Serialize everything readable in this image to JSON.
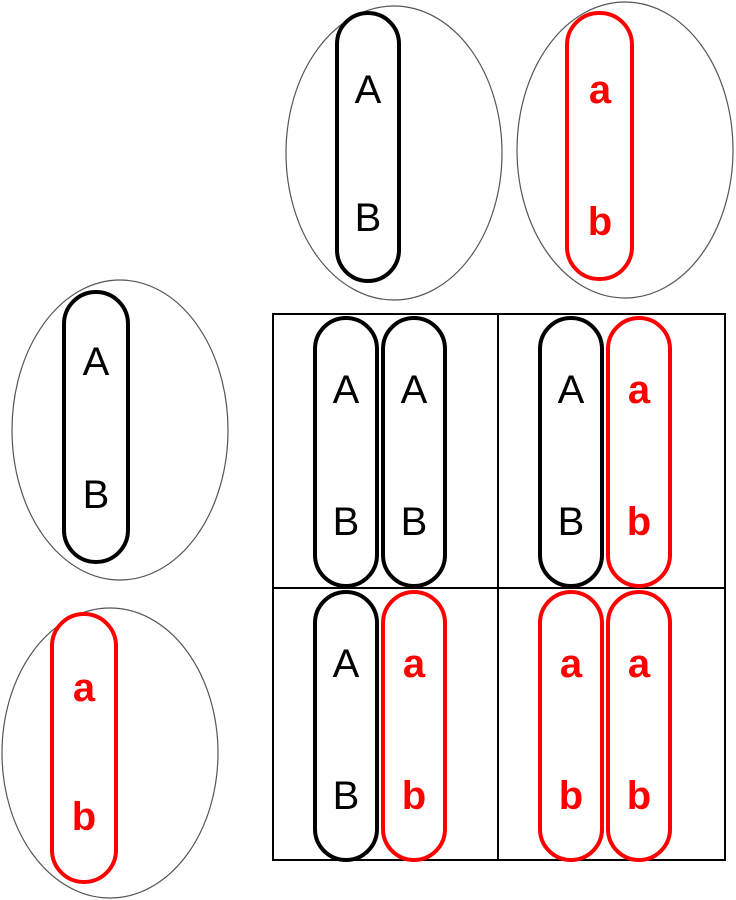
{
  "colors": {
    "dominant": "#000000",
    "recessive": "#ff0000",
    "cell_outline": "#555555",
    "grid": "#000000",
    "background": "#ffffff"
  },
  "gametes": {
    "top_left": {
      "allele1": "A",
      "allele2": "B",
      "allele_class": "dominant"
    },
    "top_right": {
      "allele1": "a",
      "allele2": "b",
      "allele_class": "recessive"
    },
    "left_top": {
      "allele1": "A",
      "allele2": "B",
      "allele_class": "dominant"
    },
    "left_bottom": {
      "allele1": "a",
      "allele2": "b",
      "allele_class": "recessive"
    }
  },
  "punnett": {
    "rows": 2,
    "cols": 2,
    "cells": [
      {
        "row": 0,
        "col": 0,
        "chromosomes": [
          {
            "allele1": "A",
            "allele2": "B",
            "allele_class": "dominant"
          },
          {
            "allele1": "A",
            "allele2": "B",
            "allele_class": "dominant"
          }
        ]
      },
      {
        "row": 0,
        "col": 1,
        "chromosomes": [
          {
            "allele1": "A",
            "allele2": "B",
            "allele_class": "dominant"
          },
          {
            "allele1": "a",
            "allele2": "b",
            "allele_class": "recessive"
          }
        ]
      },
      {
        "row": 1,
        "col": 0,
        "chromosomes": [
          {
            "allele1": "A",
            "allele2": "B",
            "allele_class": "dominant"
          },
          {
            "allele1": "a",
            "allele2": "b",
            "allele_class": "recessive"
          }
        ]
      },
      {
        "row": 1,
        "col": 1,
        "chromosomes": [
          {
            "allele1": "a",
            "allele2": "b",
            "allele_class": "recessive"
          },
          {
            "allele1": "a",
            "allele2": "b",
            "allele_class": "recessive"
          }
        ]
      }
    ]
  }
}
